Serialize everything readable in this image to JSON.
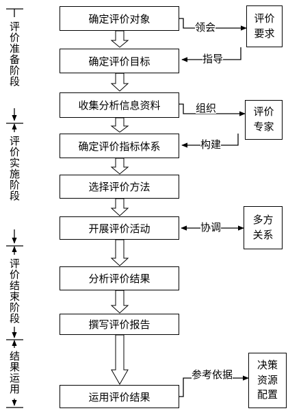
{
  "main_steps": [
    "确定评价对象",
    "确定评价目标",
    "收集分析信息资料",
    "确定评价指标体系",
    "选择评价方法",
    "开展评价活动",
    "分析评价结果",
    "撰写评价报告",
    "运用评价结果"
  ],
  "side_boxes": [
    [
      "评价",
      "要求"
    ],
    [
      "评价",
      "专家"
    ],
    [
      "多方",
      "关系"
    ],
    [
      "决策",
      "资源",
      "配置"
    ]
  ],
  "connector_labels": {
    "comprehend": "领会",
    "guide": "指导",
    "organize": "组织",
    "construct": "构建",
    "coordinate": "协调",
    "reference": "参考依据"
  },
  "stages": [
    "评价准备阶段",
    "评价实施阶段",
    "评价结束阶段",
    "结果运用"
  ]
}
